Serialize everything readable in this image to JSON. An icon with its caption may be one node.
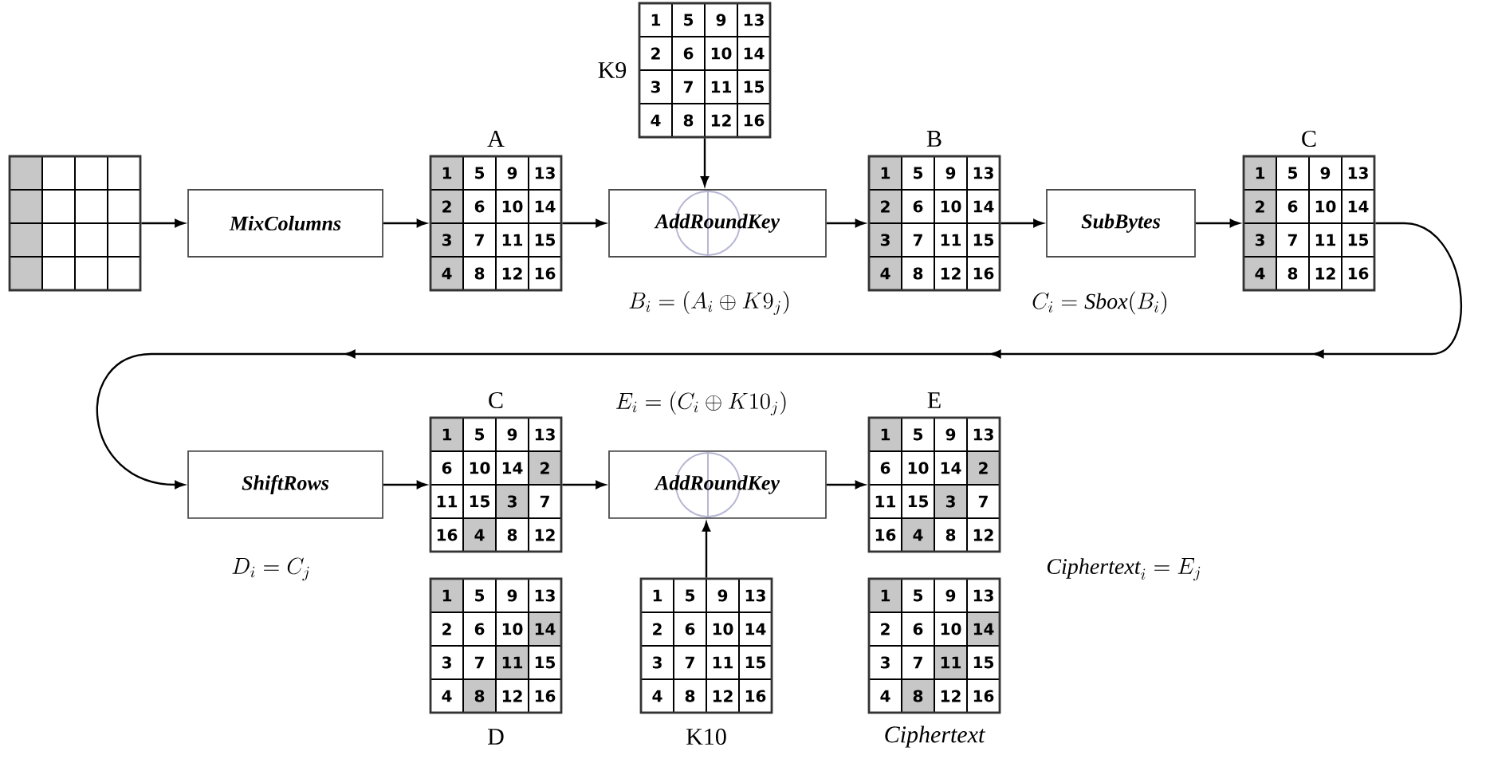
{
  "diagram": {
    "nodes": [
      {
        "text": [],
        "shape": "grid"
      },
      {
        "text": [
          "MixColumns"
        ]
      },
      {
        "text": [
          "A",
          "1",
          "5",
          "9",
          "13",
          "2",
          "6",
          "10",
          "14",
          "3",
          "7",
          "11",
          "15",
          "4",
          "8",
          "12",
          "16"
        ]
      },
      {
        "text": [
          "AddRoundKey"
        ]
      },
      {
        "text": [
          "K9",
          "1",
          "5",
          "9",
          "13",
          "2",
          "6",
          "10",
          "14",
          "3",
          "7",
          "11",
          "15",
          "4",
          "8",
          "12",
          "16"
        ]
      },
      {
        "text": [
          "B",
          "1",
          "5",
          "9",
          "13",
          "2",
          "6",
          "10",
          "14",
          "3",
          "7",
          "11",
          "15",
          "4",
          "8",
          "12",
          "16"
        ]
      },
      {
        "text": [
          "SubBytes"
        ]
      },
      {
        "text": [
          "C",
          "1",
          "5",
          "9",
          "13",
          "2",
          "6",
          "10",
          "14",
          "3",
          "7",
          "11",
          "15",
          "4",
          "8",
          "12",
          "16"
        ]
      },
      {
        "text": [
          "ShiftRows"
        ]
      },
      {
        "text": [
          "C",
          "1",
          "5",
          "9",
          "13",
          "6",
          "10",
          "14",
          "2",
          "11",
          "15",
          "3",
          "7",
          "16",
          "4",
          "8",
          "12"
        ]
      },
      {
        "text": [
          "AddRoundKey"
        ]
      },
      {
        "text": [
          "E",
          "1",
          "5",
          "9",
          "13",
          "6",
          "10",
          "14",
          "2",
          "11",
          "15",
          "3",
          "7",
          "16",
          "4",
          "8",
          "12"
        ]
      },
      {
        "text": [
          "1",
          "5",
          "9",
          "13",
          "2",
          "6",
          "10",
          "14",
          "3",
          "7",
          "11",
          "15",
          "4",
          "8",
          "12",
          "16",
          "D"
        ]
      },
      {
        "text": [
          "1",
          "5",
          "9",
          "13",
          "2",
          "6",
          "10",
          "14",
          "3",
          "7",
          "11",
          "15",
          "4",
          "8",
          "12",
          "16",
          "K10"
        ]
      },
      {
        "text": [
          "1",
          "5",
          "9",
          "13",
          "2",
          "6",
          "10",
          "14",
          "3",
          "7",
          "11",
          "15",
          "4",
          "8",
          "12",
          "16",
          "Ciphertext"
        ]
      }
    ],
    "edges": [
      {
        "from": 0,
        "to": 1,
        "arrow": "to"
      },
      {
        "from": 1,
        "to": 2,
        "arrow": "to"
      },
      {
        "from": 2,
        "to": 3,
        "arrow": "to"
      },
      {
        "from": 4,
        "to": 3,
        "arrow": "to"
      },
      {
        "from": 3,
        "to": 5,
        "arrow": "to"
      },
      {
        "from": 5,
        "to": 6,
        "arrow": "to"
      },
      {
        "from": 6,
        "to": 7,
        "arrow": "to"
      },
      {
        "from": 7,
        "to": 8,
        "arrow": "to"
      },
      {
        "from": 8,
        "to": 9,
        "arrow": "to"
      },
      {
        "from": 9,
        "to": 10,
        "arrow": "to"
      },
      {
        "from": 13,
        "to": 10,
        "arrow": "to"
      },
      {
        "from": 10,
        "to": 11,
        "arrow": "to"
      }
    ],
    "labels": [
      "B_i = (A_i \\oplus K9_j)",
      "C_i = \\mathit{Sbox}(B_i)",
      "E_i = (C_i \\oplus K10_j)",
      "D_i = C_j",
      "\\mathit{Ciphertext}_i = E_j"
    ]
  }
}
